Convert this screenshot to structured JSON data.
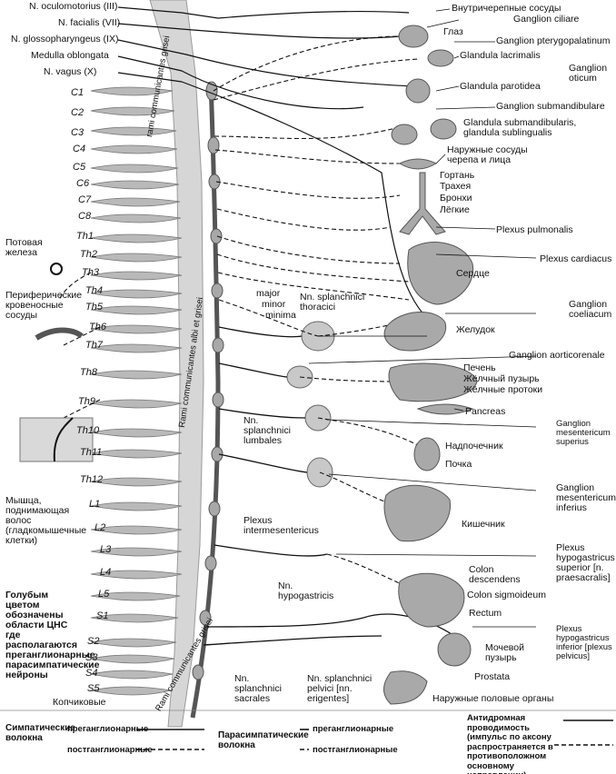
{
  "cranial_nerves": [
    "N. oculomotorius (III)",
    "N. facialis (VII)",
    "N. glossopharyngeus (IX)",
    "Medulla oblongata",
    "N. vagus (X)"
  ],
  "segments": {
    "cervical": [
      "C1",
      "C2",
      "C3",
      "C4",
      "C5",
      "C6",
      "C7",
      "C8"
    ],
    "thoracic": [
      "Th1",
      "Th2",
      "Th3",
      "Th4",
      "Th5",
      "Th6",
      "Th7",
      "Th8",
      "Th9",
      "Th10",
      "Th11",
      "Th12"
    ],
    "lumbar": [
      "L1",
      "L2",
      "L3",
      "L4",
      "L5"
    ],
    "sacral": [
      "S1",
      "S2",
      "S3",
      "S4",
      "S5"
    ],
    "coccygeal": "Копчиковые"
  },
  "left_labels": {
    "sweat_gland": "Потовая железа",
    "peripheral_vessels": "Периферические кровеносные сосуды",
    "hair_muscle": "Мышца, поднимающая волос (гладкомышечные клетки)",
    "blue_note": "Голубым цветом обозначены области ЦНС где располагаются преганглионарные парасимпатические нейроны"
  },
  "trunk_labels": {
    "rami_upper": "rami communicantes grisei",
    "rami_mid": "Rami communicantes albi et grisei",
    "rami_lower": "Rami communicantes grisei"
  },
  "right_labels": [
    "Внутричерепные сосуды",
    "Ganglion ciliare",
    "Глаз",
    "Ganglion pterygopalatinum",
    "Glandula lacrimalis",
    "Ganglion oticum",
    "Glandula parotidea",
    "Ganglion submandibulare",
    "Glandula submandibularis, glandula sublingualis",
    "Наружные сосуды черепа и лица",
    "Гортань",
    "Трахея",
    "Бронхи",
    "Лёгкие",
    "Plexus pulmonalis",
    "Plexus cardiacus",
    "Сердце",
    "Ganglion coeliacum",
    "Желудок",
    "Ganglion aorticorenale",
    "Печень",
    "Жёлчный пузырь",
    "Жёлчные протоки",
    "Pancreas",
    "Ganglion mesentericum superius",
    "Надпочечник",
    "Почка",
    "Ganglion mesentericum inferius",
    "Кишечник",
    "Plexus hypogastricus superior [n. praesacralis]",
    "Colon descendens",
    "Colon sigmoideum",
    "Rectum",
    "Plexus hypogastricus inferior [plexus pelvicus]",
    "Мочевой пузырь",
    "Prostata",
    "Наружные половые органы"
  ],
  "middle_labels": {
    "splanchnici_major": "major",
    "splanchnici_minor": "minor",
    "splanchnici_minima": "minima",
    "thoracici": "Nn. splanchnici thoracici",
    "lumbales": "Nn. splanchnici lumbales",
    "intermesentericus": "Plexus intermesentericus",
    "hypogastricis": "Nn. hypogastricis",
    "sacrales": "Nn. splanchnici sacrales",
    "pelvici": "Nn. splanchnici pelvici [nn. erigentes]"
  },
  "legend": {
    "sympathetic": "Симпатические волокна",
    "parasympathetic": "Парасимпатические волокна",
    "preganglionic": "преганглионарные",
    "postganglionic": "постганглионарные",
    "antidromic": "Антидромная проводимость (импульс по аксону распространяется в противоположном основному направлении)"
  },
  "colors": {
    "ink": "#111111",
    "cord": "#bfbfbf",
    "ganglion": "#9a9a9a",
    "organ": "#8c8c8c"
  }
}
